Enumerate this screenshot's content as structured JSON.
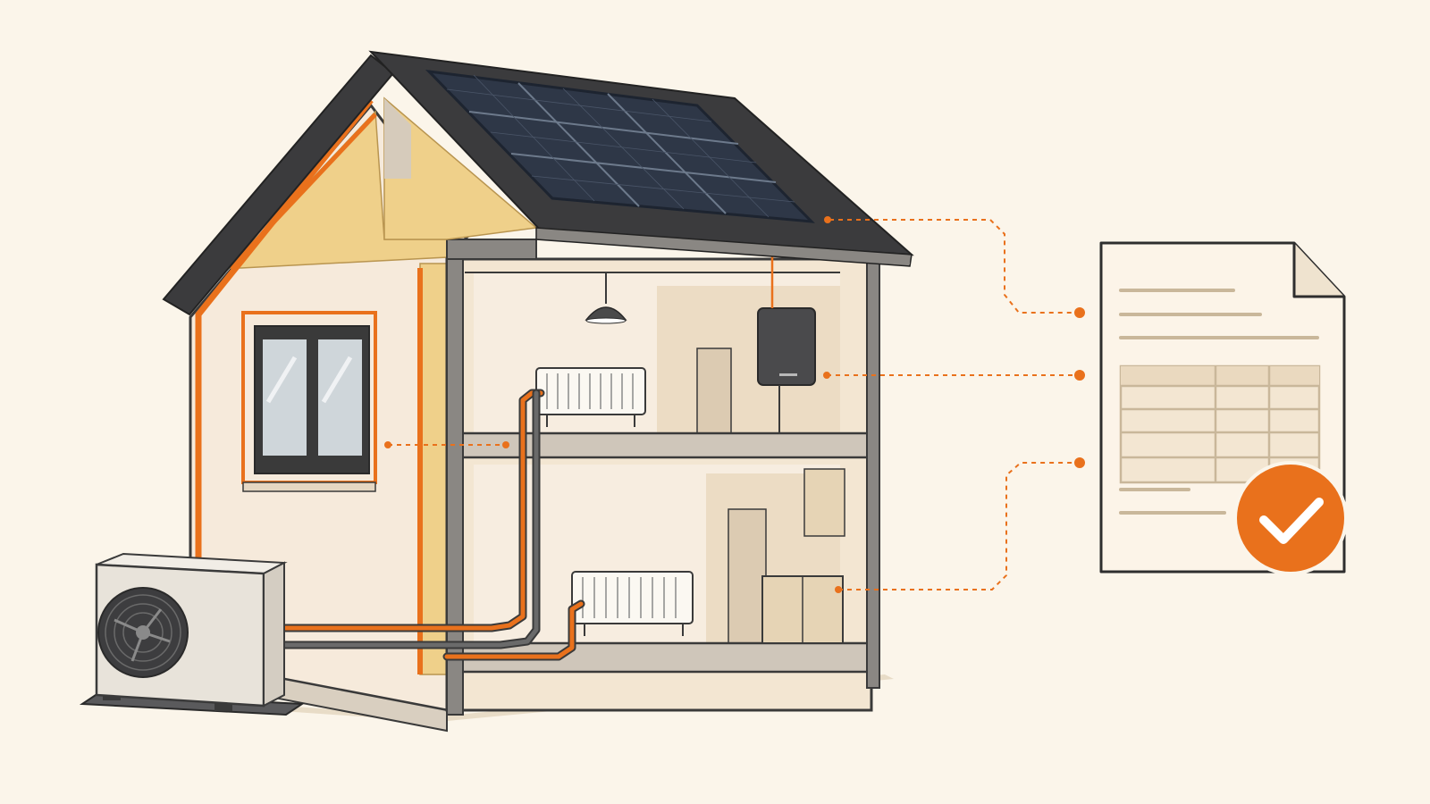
{
  "colors": {
    "background": "#fbf5ea",
    "accent_orange": "#e9711c",
    "outline": "#3a3a3a",
    "wall": "#f6eadb",
    "interior": "#f3e6d2",
    "insulation": "#efd08a",
    "roof_tile": "#3b3b3d",
    "solar_panel": "#2e3747",
    "solar_grid": "#6d7a8c",
    "document_lines": "#c9b79a",
    "check_badge": "#e9711c"
  },
  "icons": {
    "roof": "roof-icon",
    "solar_array": "solar-panel-icon",
    "inverter": "inverter-icon",
    "heat_pump": "heat-pump-icon",
    "radiator": "radiator-icon",
    "window": "window-icon",
    "lamp": "ceiling-lamp-icon",
    "document": "document-icon",
    "checkmark": "checkmark-icon"
  },
  "callouts": [
    {
      "from": "roof",
      "to": "document-line-1"
    },
    {
      "from": "inverter",
      "to": "document-table"
    },
    {
      "from": "wall-insulation",
      "to": "floor-slab"
    },
    {
      "from": "kitchen-unit",
      "to": "document-line-3"
    }
  ]
}
